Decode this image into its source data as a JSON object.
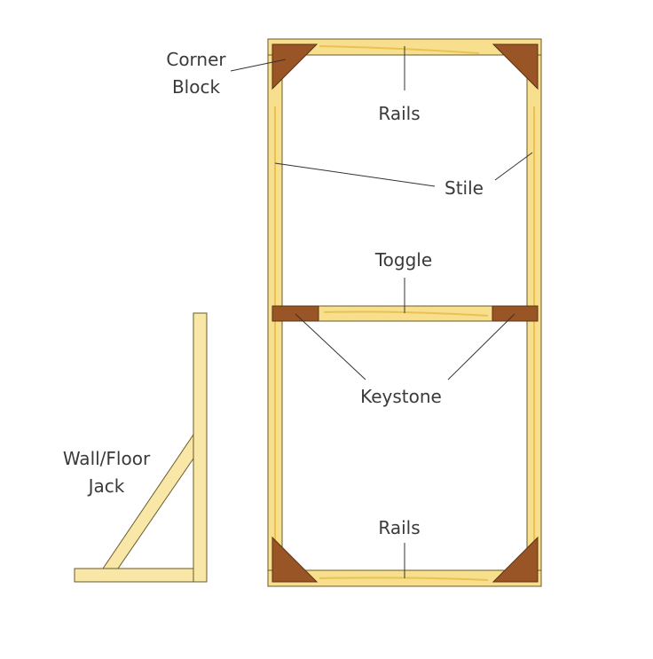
{
  "labels": {
    "corner_block_line1": "Corner",
    "corner_block_line2": "Block",
    "rails_top": "Rails",
    "stile": "Stile",
    "toggle": "Toggle",
    "keystone": "Keystone",
    "jack_line1": "Wall/Floor",
    "jack_line2": "Jack",
    "rails_bottom": "Rails"
  },
  "colors": {
    "wood": "#f7df8e",
    "block": "#9a5527",
    "text": "#3a3a3a"
  }
}
